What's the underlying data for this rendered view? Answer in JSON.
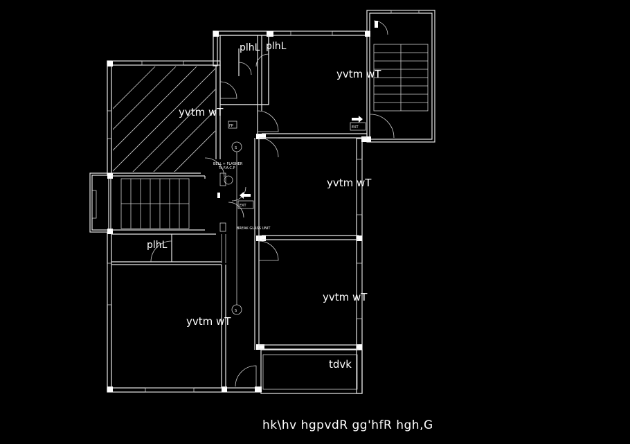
{
  "colors": {
    "background": "#000000",
    "lines": "#ffffff"
  },
  "plan": {
    "rooms": {
      "room_top_right": "yvtm  wT",
      "room_top_left": "yvtm  wT",
      "room_mid_right": "yvtm  wT",
      "room_lower_right": "yvtm  wT",
      "room_bottom_left": "yvtm  wT",
      "wc_top_1": "plhL",
      "wc_top_2": "plhL",
      "wc_mid": "plhL",
      "balcony": "tdvk"
    },
    "symbols": {
      "exit_sign_1": "EXT",
      "exit_sign_2": "EXT",
      "bell_note_line1": "BELL + FLASHER",
      "bell_note_line2": "To F.A.C.P",
      "break_glass": "BREAK GLASS UNIT",
      "smoke_symbol": "S",
      "panel_symbol": "FP"
    }
  },
  "caption": "hk\\hv hgpvdR gg'hfR hgh,G"
}
